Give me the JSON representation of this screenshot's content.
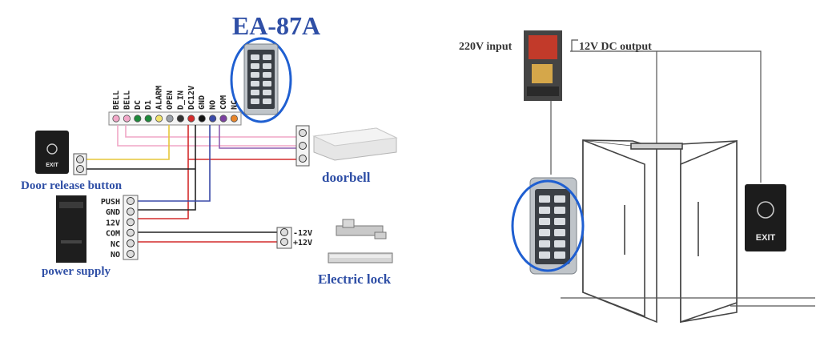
{
  "title": "EA-87A",
  "labels": {
    "door_release_button": "Door release button",
    "power_supply": "power supply",
    "doorbell": "doorbell",
    "electric_lock": "Electric lock",
    "input_220v": "220V input",
    "output_12v": "12V DC output",
    "exit": "EXIT"
  },
  "terminals_top": [
    "BELL",
    "BELL",
    "DC",
    "D1",
    "ALARM",
    "OPEN",
    "D_IN",
    "DC12V",
    "GND",
    "NO",
    "COM",
    "NC"
  ],
  "terminal_colors": [
    "#f2a7c8",
    "#f2a7c8",
    "#1d8a3a",
    "#1d8a3a",
    "#f2e36b",
    "#9aa0a8",
    "#333333",
    "#d42b2b",
    "#111111",
    "#3a4aa8",
    "#7b3fa0",
    "#e8852a"
  ],
  "power_terminals": [
    "PUSH",
    "GND",
    "12V",
    "COM",
    "NC",
    "NO"
  ],
  "lock_terminals": [
    "-12V",
    "+12V"
  ],
  "colors": {
    "title": "#2f4fa6",
    "label": "#2f4fa6",
    "wire_red": "#d42b2b",
    "wire_black": "#222222",
    "wire_yellow": "#e6c73a",
    "wire_pink": "#f0a6c6",
    "wire_purple": "#8c5fb0",
    "highlight_ring": "#1f5fd1"
  }
}
